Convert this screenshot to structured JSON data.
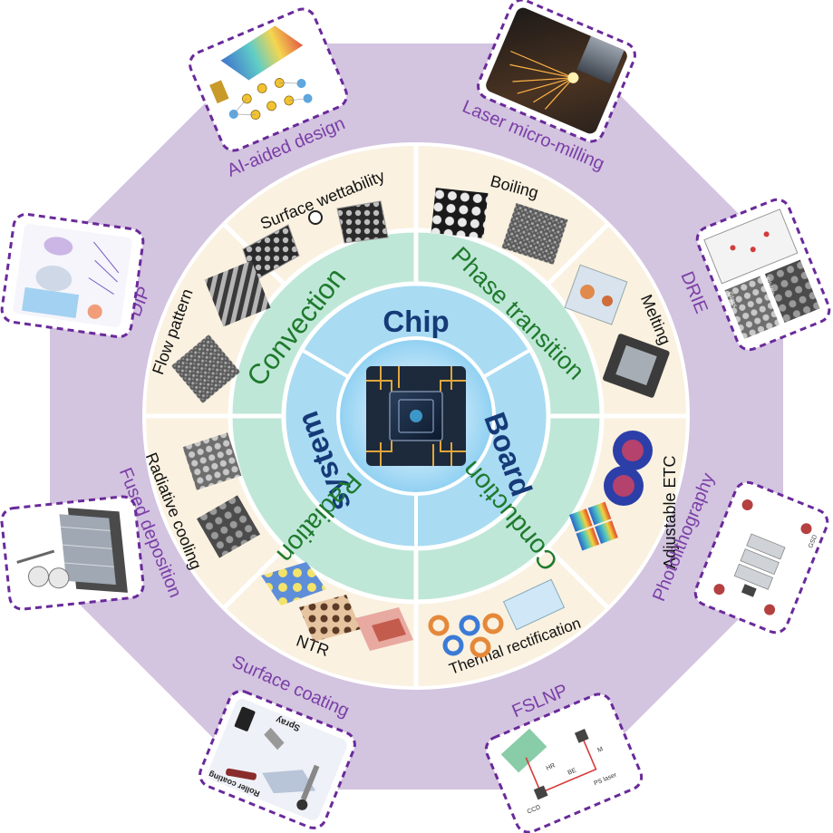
{
  "colors": {
    "octagon": "#d3c4e0",
    "method_text": "#7b3fa6",
    "dash": "#6a2a9a",
    "outer_ring": "#faf1e0",
    "mid_ring": "#bfe7d8",
    "mid_text": "#1f7a2c",
    "inner_ring": "#a9dbf3",
    "center_text": "#163a78"
  },
  "center": {
    "labels": [
      "Chip",
      "Board",
      "system"
    ],
    "icon": "chip-circuit-icon"
  },
  "mechanisms": [
    "Convection",
    "Phase transition",
    "Conduction",
    "Radiation"
  ],
  "applications": [
    "Surface wettability",
    "Boiling",
    "Melting",
    "Adjustable ETC",
    "Thermal rectification",
    "NTR",
    "Radiative cooling",
    "Flow pattern"
  ],
  "methods": [
    "AI-aided design",
    "Laser micro-milling",
    "DRIE",
    "Photolithography",
    "FSLNP",
    "Surface coating",
    "Fused deposition",
    "DIP"
  ],
  "thumbnail_text": {
    "surface_coating": [
      "Spray",
      "Roller coating"
    ],
    "fslnp": [
      "PS laser",
      "BE",
      "M",
      "CCD",
      "HR"
    ],
    "photolithography": [
      "GSD"
    ],
    "drie": [
      "Silicon",
      "Glass"
    ]
  }
}
